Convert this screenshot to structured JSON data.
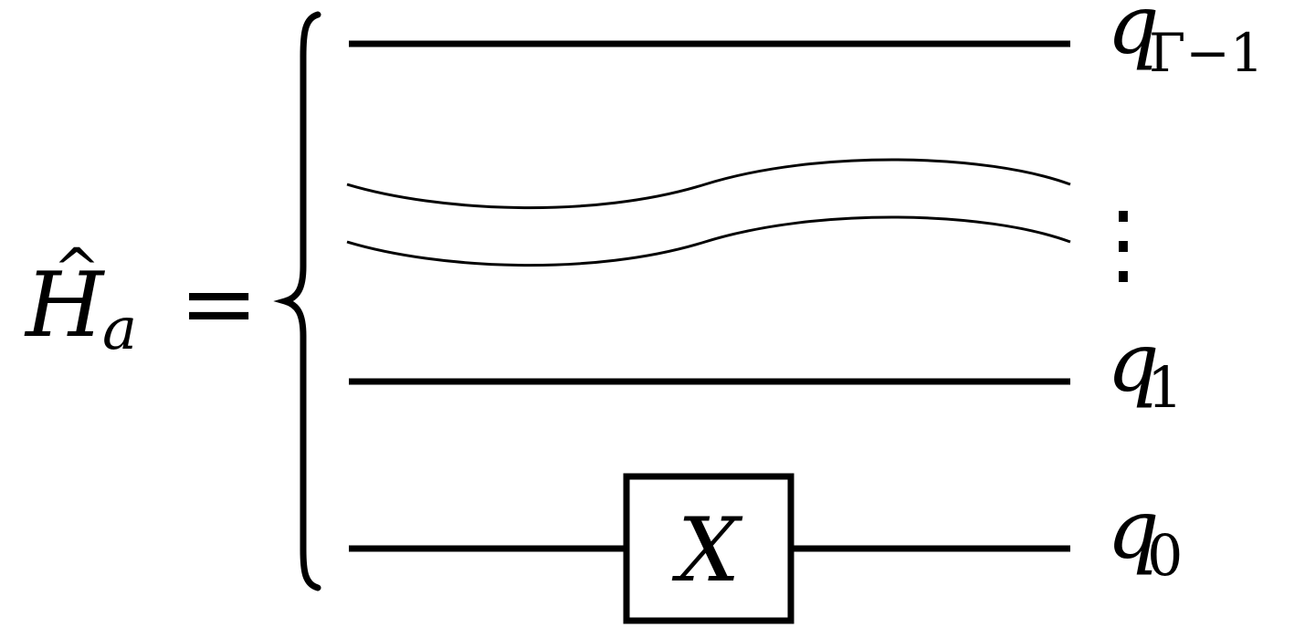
{
  "operator": {
    "symbol": "H",
    "hat": "^",
    "subscript": "a",
    "equals": "="
  },
  "wires": [
    {
      "qubit": "q",
      "index": "Γ−1"
    },
    {
      "qubit": "q",
      "index": "1"
    },
    {
      "qubit": "q",
      "index": "0"
    }
  ],
  "ellipsis": "⋮",
  "gate": {
    "label": "X"
  },
  "colors": {
    "ink": "#000000",
    "background": "#ffffff"
  }
}
